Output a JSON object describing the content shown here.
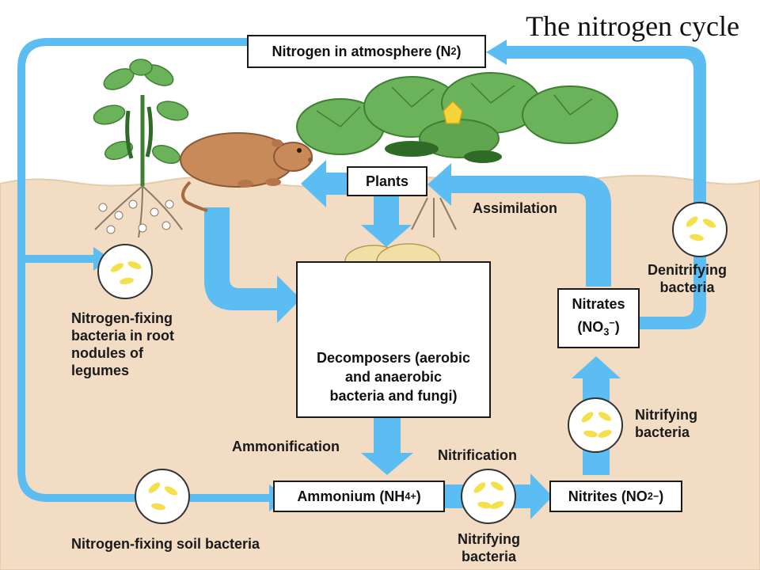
{
  "title": "The nitrogen cycle",
  "nodes": {
    "atmosphere": {
      "text": "Nitrogen in atmosphere (N",
      "sub": "2",
      "close": ")"
    },
    "plants": {
      "text": "Plants"
    },
    "decomposers": {
      "line1": "Decomposers (aerobic",
      "line2": "and anaerobic",
      "line3": "bacteria and fungi)"
    },
    "ammonium": {
      "text": "Ammonium (NH",
      "sub": "4",
      "sup": "+",
      "close": ")"
    },
    "nitrites": {
      "text": "Nitrites (NO",
      "sub": "2",
      "sup": "−",
      "close": ")"
    },
    "nitrates": {
      "line1": "Nitrates",
      "text": "(NO",
      "sub": "3",
      "sup": "−",
      "close": ")"
    }
  },
  "labels": {
    "assimilation": "Assimilation",
    "ammonification": "Ammonification",
    "nitrification": "Nitrification",
    "denitrifying": [
      "Denitrifying",
      "bacteria"
    ],
    "nitrifying_right": [
      "Nitrifying",
      "bacteria"
    ],
    "nitrifying_bottom": [
      "Nitrifying",
      "bacteria"
    ],
    "fixing_root": [
      "Nitrogen-fixing",
      "bacteria in root",
      "nodules of",
      "legumes"
    ],
    "fixing_soil": "Nitrogen-fixing soil bacteria"
  },
  "colors": {
    "arrow": "#5bbdf2",
    "soil": "#f2ddc4",
    "soil_edge": "#e6cba8",
    "leaf": "#6bb35a",
    "leaf_dark": "#3f7f34",
    "mole": "#c98a5a",
    "mushroom": "#f2dfa6",
    "bacteria": "#f4e04a"
  }
}
